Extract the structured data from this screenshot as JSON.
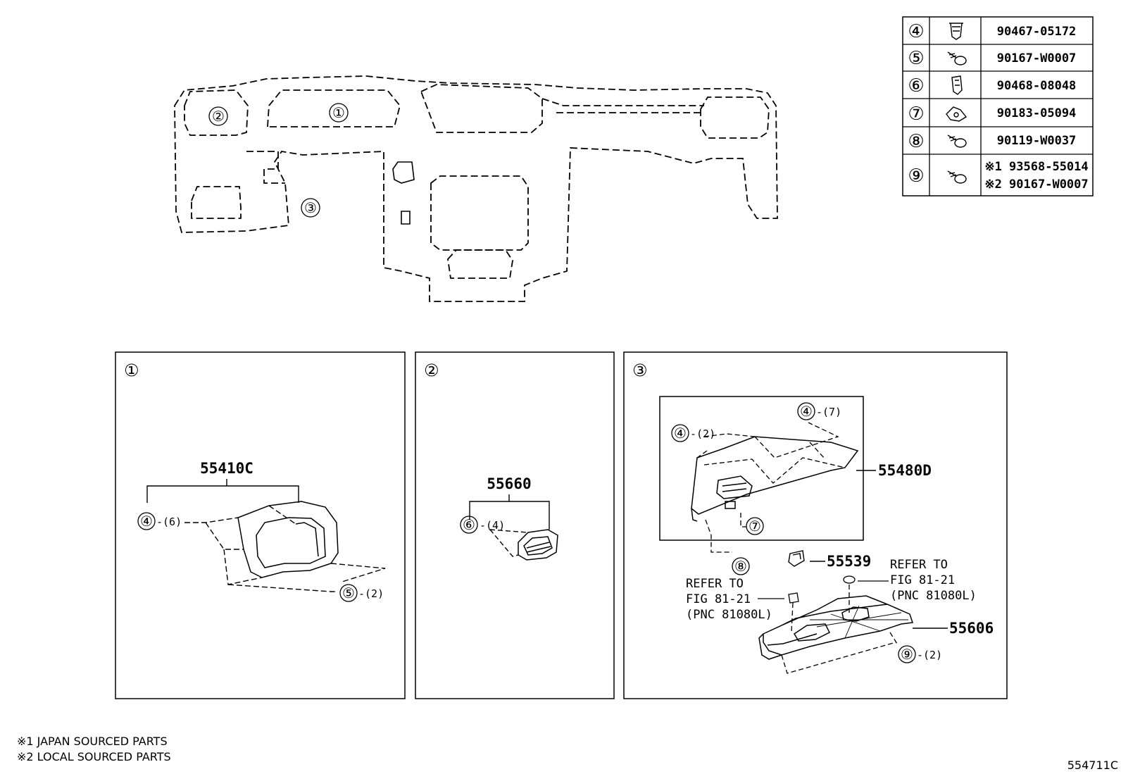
{
  "overview_labels": [
    "①",
    "②",
    "③"
  ],
  "parts_table": {
    "rows": [
      {
        "ref": "④",
        "icon": "clip-icon",
        "part": "90467-05172"
      },
      {
        "ref": "⑤",
        "icon": "screw-icon",
        "part": "90167-W0007"
      },
      {
        "ref": "⑥",
        "icon": "clip-icon",
        "part": "90468-08048"
      },
      {
        "ref": "⑦",
        "icon": "nut-icon",
        "part": "90183-05094"
      },
      {
        "ref": "⑧",
        "icon": "screw-icon",
        "part": "90119-W0037"
      },
      {
        "ref": "⑨",
        "icon": "screw-icon",
        "part": "※1 93568-55014",
        "part2": "※2 90167-W0007"
      }
    ]
  },
  "panel1": {
    "title": "①",
    "main_part": "55410C",
    "callout_a": "④",
    "callout_a_qty": "-(6)",
    "callout_b": "⑤",
    "callout_b_qty": "-(2)"
  },
  "panel2": {
    "title": "②",
    "main_part": "55660",
    "callout_a": "⑥",
    "callout_a_qty": "-(4)"
  },
  "panel3": {
    "title": "③",
    "main_part": "55480D",
    "callout_a": "④",
    "callout_a_qty": "-(2)",
    "callout_b": "④",
    "callout_b_qty": "-(7)",
    "callout_c": "⑦",
    "callout_d": "⑧",
    "part_55539": "55539",
    "part_55606": "55606",
    "callout_e": "⑨",
    "callout_e_qty": "-(2)",
    "refer_right": [
      "REFER TO",
      "FIG 81-21",
      "(PNC 81080L)"
    ],
    "refer_left": [
      "REFER TO",
      "FIG 81-21",
      "(PNC 81080L)"
    ]
  },
  "footnotes": [
    "※1 JAPAN SOURCED PARTS",
    "※2 LOCAL SOURCED PARTS"
  ],
  "figure_code": "554711C"
}
